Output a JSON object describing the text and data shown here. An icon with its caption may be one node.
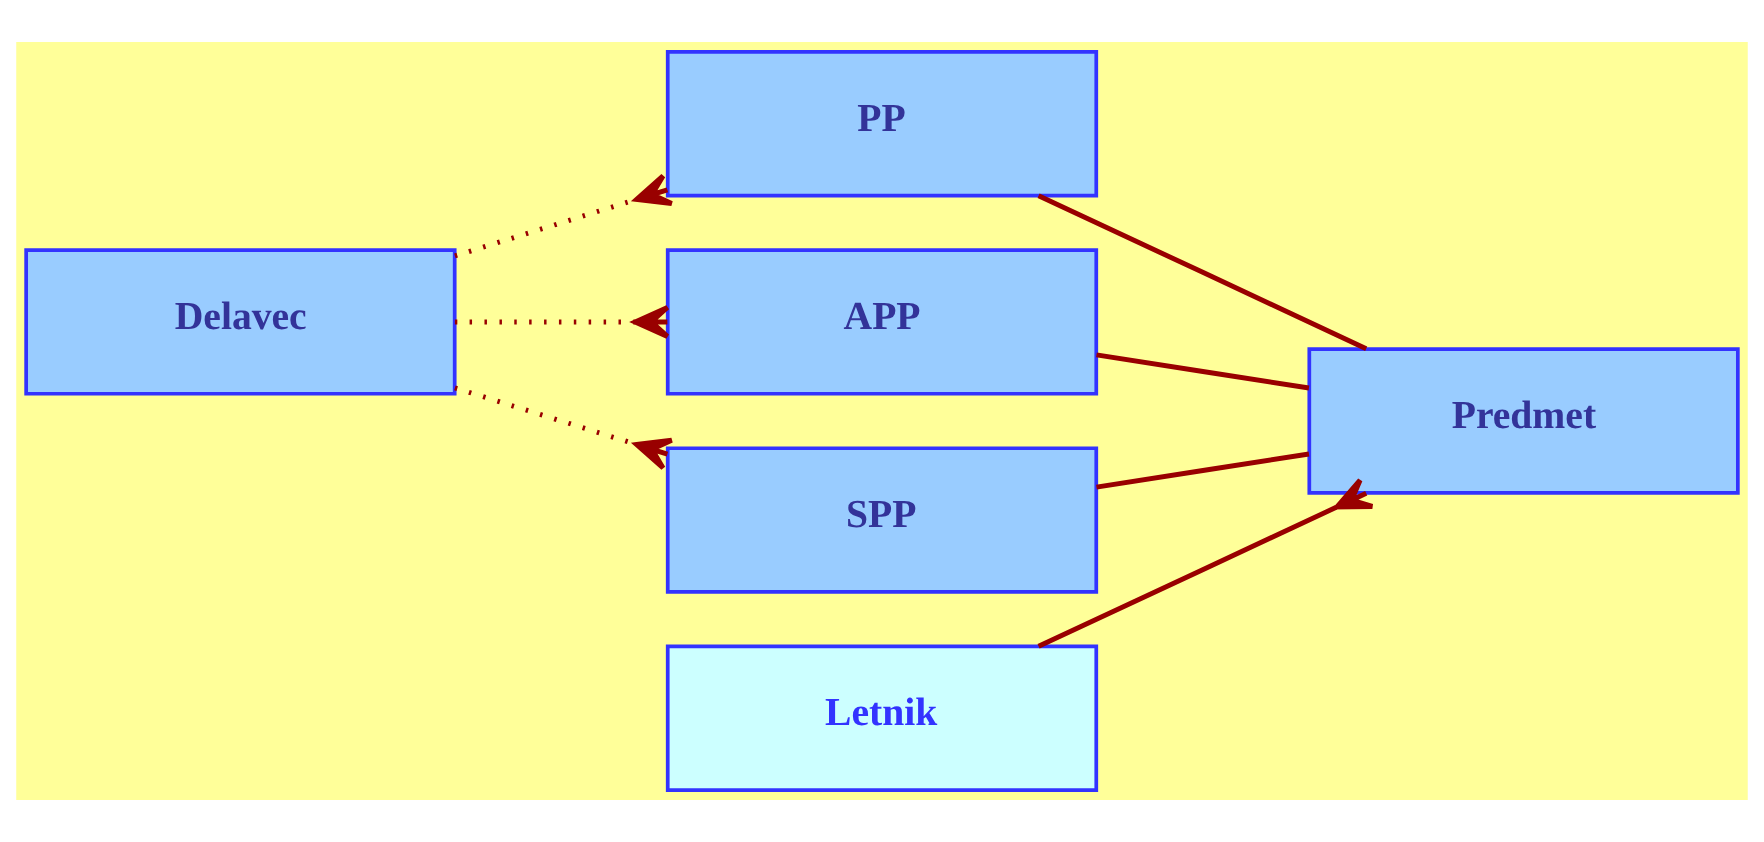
{
  "diagram": {
    "nodes": [
      {
        "text": [
          "Delavec"
        ]
      },
      {
        "text": [
          "PP"
        ]
      },
      {
        "text": [
          "Letnik"
        ]
      },
      {
        "text": [
          "APP"
        ]
      },
      {
        "text": [
          "SPP"
        ]
      },
      {
        "text": [
          "Predmet"
        ]
      }
    ],
    "edges": [
      {
        "from": 0,
        "to": 1,
        "arrow": "other",
        "style": "dashed"
      },
      {
        "from": 0,
        "to": 3,
        "arrow": "other",
        "style": "dashed"
      },
      {
        "from": 0,
        "to": 4,
        "arrow": "other",
        "style": "dashed"
      },
      {
        "from": 1,
        "to": 5,
        "arrow": "none"
      },
      {
        "from": 2,
        "to": 5,
        "arrow": "other"
      },
      {
        "from": 3,
        "to": 5,
        "arrow": "none"
      },
      {
        "from": 4,
        "to": 5,
        "arrow": "none"
      }
    ]
  }
}
